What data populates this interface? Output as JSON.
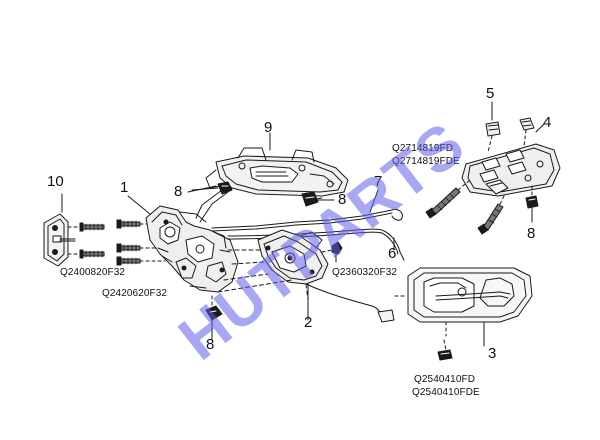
{
  "callouts": {
    "c1": "1",
    "c2": "2",
    "c3": "3",
    "c4": "4",
    "c5": "5",
    "c6": "6",
    "c7": "7",
    "c8_top_left": "8",
    "c8_top_mid": "8",
    "c8_right": "8",
    "c8_bottom": "8",
    "c9": "9",
    "c10": "10"
  },
  "part_codes": {
    "q2714819fd": "Q2714819FD",
    "q2714819fde": "Q2714819FDE",
    "q2400820f32": "Q2400820F32",
    "q2420620f32": "Q2420620F32",
    "q2360320f32": "Q2360320F32",
    "q2540410fd": "Q2540410FD",
    "q2540410fde": "Q2540410FDE"
  },
  "watermark": "HUTPARTS",
  "colors": {
    "line": "#1a1a1a",
    "watermark": "#5f5feb"
  }
}
